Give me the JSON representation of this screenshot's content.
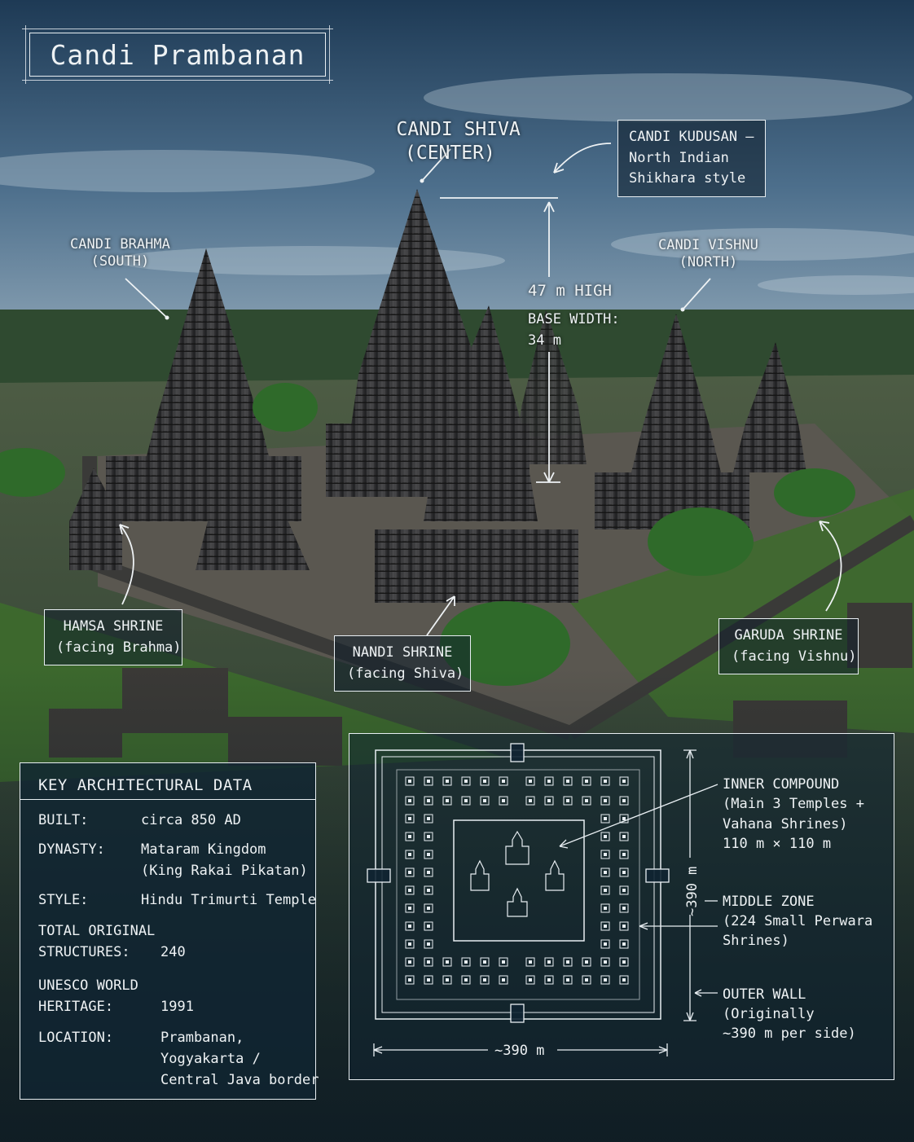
{
  "title": "Candi Prambanan",
  "labels": {
    "shiva": "CANDI SHIVA\n(CENTER)",
    "kudusan": "CANDI KUDUSAN —\nNorth Indian\nShikhara style",
    "brahma": "CANDI BRAHMA\n(SOUTH)",
    "vishnu": "CANDI VISHNU\n(NORTH)",
    "height": "47 m HIGH",
    "base": "BASE WIDTH:\n34 m",
    "hamsa": "HAMSA SHRINE\n(facing Brahma)",
    "nandi": "NANDI SHRINE\n(facing Shiva)",
    "garuda": "GARUDA SHRINE\n(facing Vishnu)"
  },
  "key": {
    "heading": "KEY ARCHITECTURAL DATA",
    "rows": [
      {
        "k": "BUILT:",
        "v": "circa 850 AD"
      },
      {
        "k": "DYNASTY:",
        "v": "Mataram Kingdom\n(King Rakai Pikatan)"
      },
      {
        "k": "STYLE:",
        "v": "Hindu Trimurti Temple"
      },
      {
        "k": "TOTAL ORIGINAL\nSTRUCTURES:",
        "v": "240"
      },
      {
        "k": "UNESCO WORLD\nHERITAGE:",
        "v": "1991"
      },
      {
        "k": "LOCATION:",
        "v": "Prambanan,\nYogyakarta /\nCentral Java border"
      }
    ]
  },
  "plan": {
    "inner": "INNER COMPOUND\n(Main 3 Temples +\nVahana Shrines)\n110 m × 110 m",
    "middle": "MIDDLE ZONE\n(224 Small Perwara\nShrines)",
    "outer": "OUTER WALL\n(Originally\n~390 m per side)",
    "dim_h": "~390 m",
    "dim_v": "~390 m"
  },
  "colors": {
    "line": "#e8eef2",
    "sky": "#2b4a66",
    "stone": "#2e2e30",
    "grass": "#3f6a30"
  }
}
